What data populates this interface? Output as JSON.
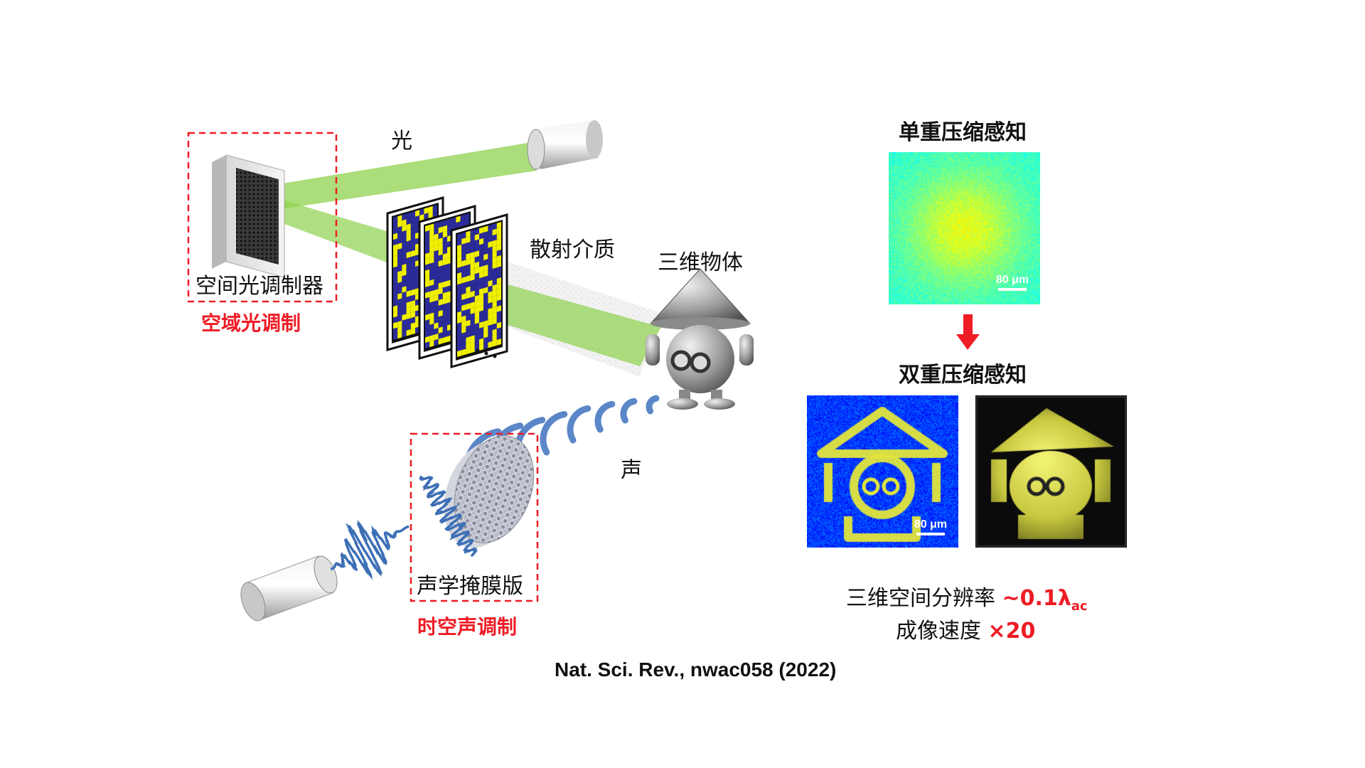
{
  "left": {
    "light_label": "光",
    "scatter_label": "散射介质",
    "object_label": "三维物体",
    "slm_label": "空间光调制器",
    "slm_caption": "空域光调制",
    "sound_label": "声",
    "mask_label": "声学掩膜版",
    "mask_caption": "时空声调制",
    "ellipsis": "…"
  },
  "right": {
    "single_title": "单重压缩感知",
    "double_title": "双重压缩感知",
    "scale_single": "80 μm",
    "scale_double": "80 μm",
    "metric1_label": "三维空间分辨率 ",
    "metric1_value": "~0.1λ",
    "metric1_sub": "ac",
    "metric2_label": "成像速度 ",
    "metric2_value": "×20"
  },
  "citation": "Nat. Sci. Rev., nwac058 (2022)",
  "colors": {
    "accent_red": "#ee1c25",
    "light_beam": "#8fd14f",
    "acoustic_wave": "#4472c4",
    "pattern_yellow": "#f0f000",
    "pattern_blue": "#2b2b9a"
  }
}
